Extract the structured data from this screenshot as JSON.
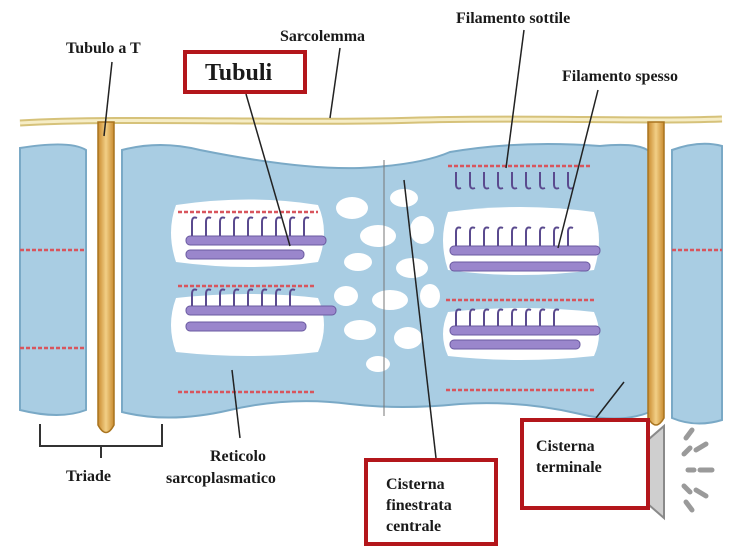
{
  "labels": {
    "tubulo_t": "Tubulo a T",
    "sarcolemma": "Sarcolemma",
    "filamento_sottile": "Filamento sottile",
    "filamento_spesso": "Filamento spesso",
    "triade": "Triade",
    "reticolo_line1": "Reticolo",
    "reticolo_line2": "sarcoplasmatico"
  },
  "boxes": {
    "tubuli": "Tubuli",
    "cisterna_centrale": [
      "Cisterna",
      "finestrata",
      "centrale"
    ],
    "cisterna_terminale": [
      "Cisterna",
      "terminale"
    ]
  },
  "colors": {
    "reticulum": "#a9cde3",
    "reticulum_edge": "#7aa9c6",
    "t_tubule": "#e8b96a",
    "sarcolemma": "#efe3a8",
    "thick_filament": "#9a86cc",
    "thin_filament": "#d8555d",
    "box_border": "#b3161b",
    "speaker": "#cfcfcf"
  },
  "icons": {
    "audio": "speaker-icon"
  }
}
